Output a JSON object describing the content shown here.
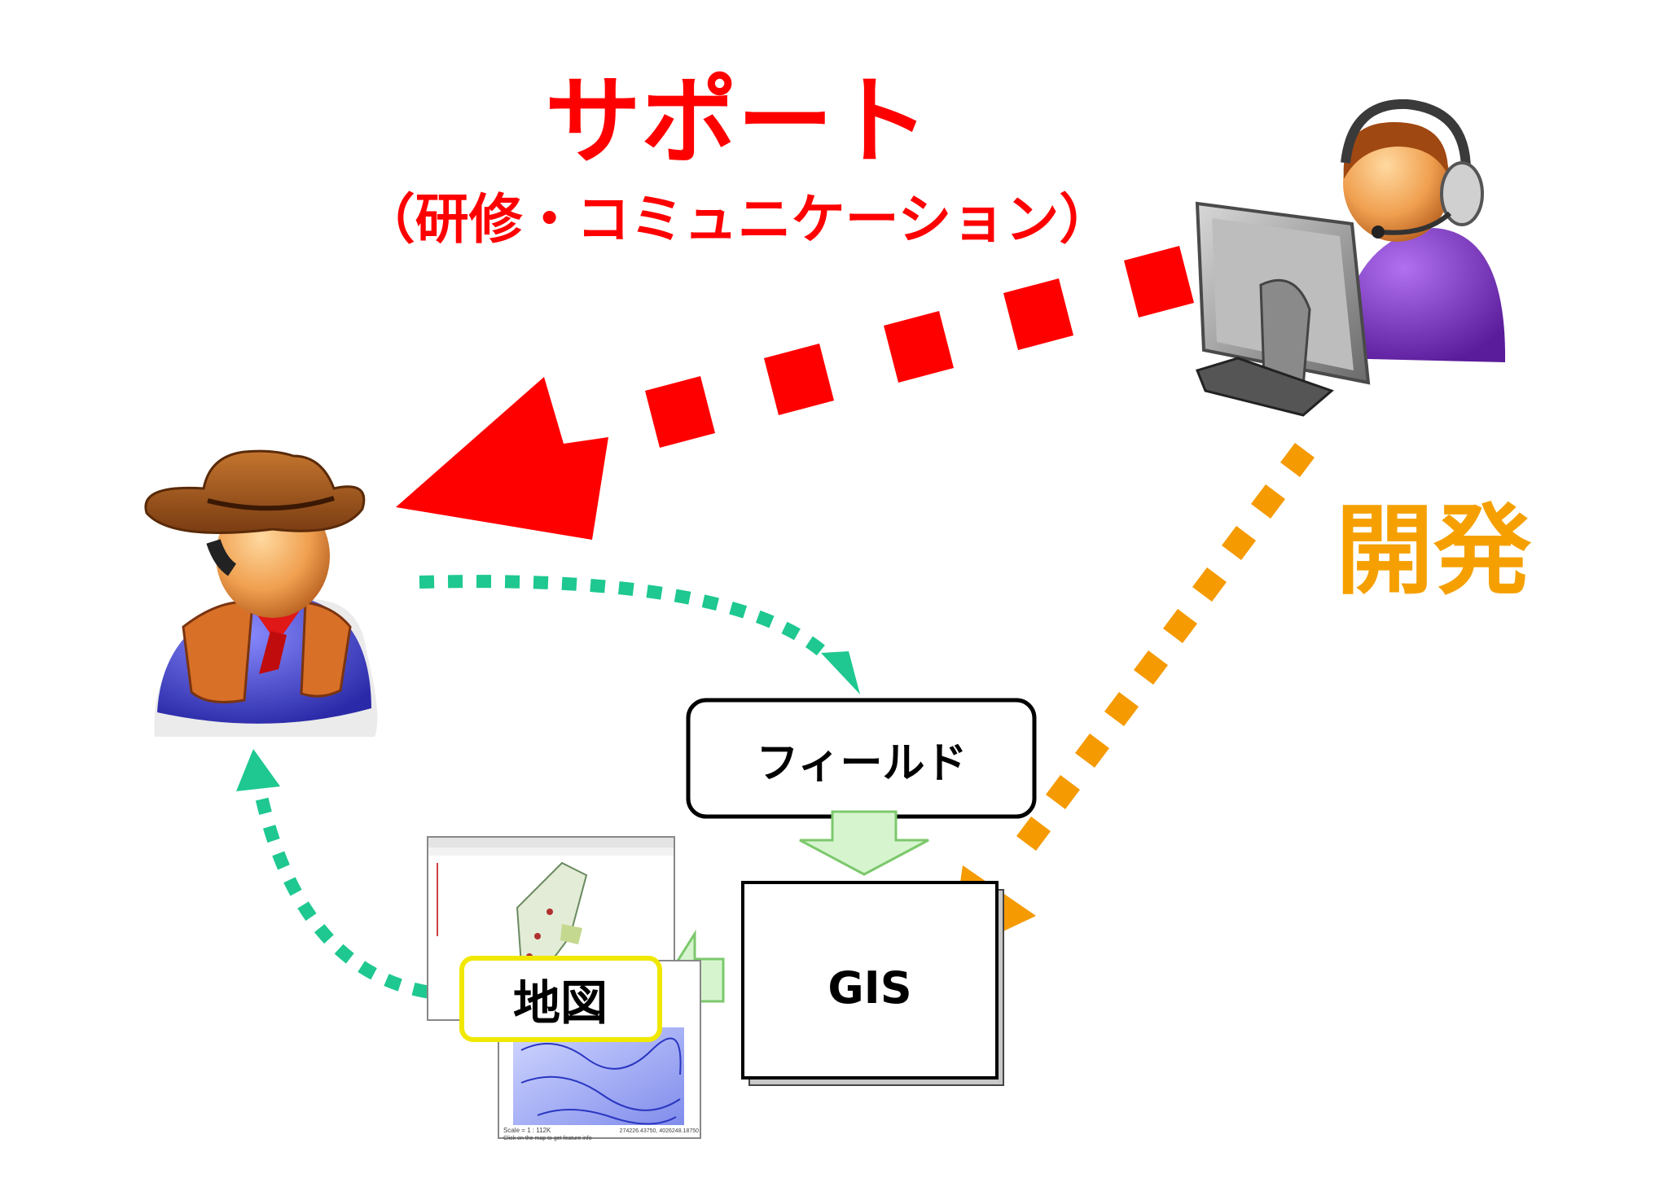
{
  "title": {
    "main": "サポート",
    "sub": "（研修・コミュニケーション）"
  },
  "labels": {
    "development": "開発",
    "field": "フィールド",
    "gis": "GIS",
    "map": "地図"
  },
  "map_screenshot": {
    "scale_text": "Scale = 1 : 112K",
    "hint_text": "Click on the map to get feature info",
    "coords_text": "274226.43750, 4026248.18750"
  },
  "colors": {
    "support_arrow": "#ff0000",
    "development_arrow": "#f59a00",
    "flow_arrow": "#1ec890",
    "process_arrow_fill": "#d6f5cf",
    "process_arrow_stroke": "#7cc86c",
    "map_label_border": "#f0e800"
  },
  "icons": [
    "cowboy-user-icon",
    "support-operator-icon",
    "computer-monitor-icon"
  ]
}
